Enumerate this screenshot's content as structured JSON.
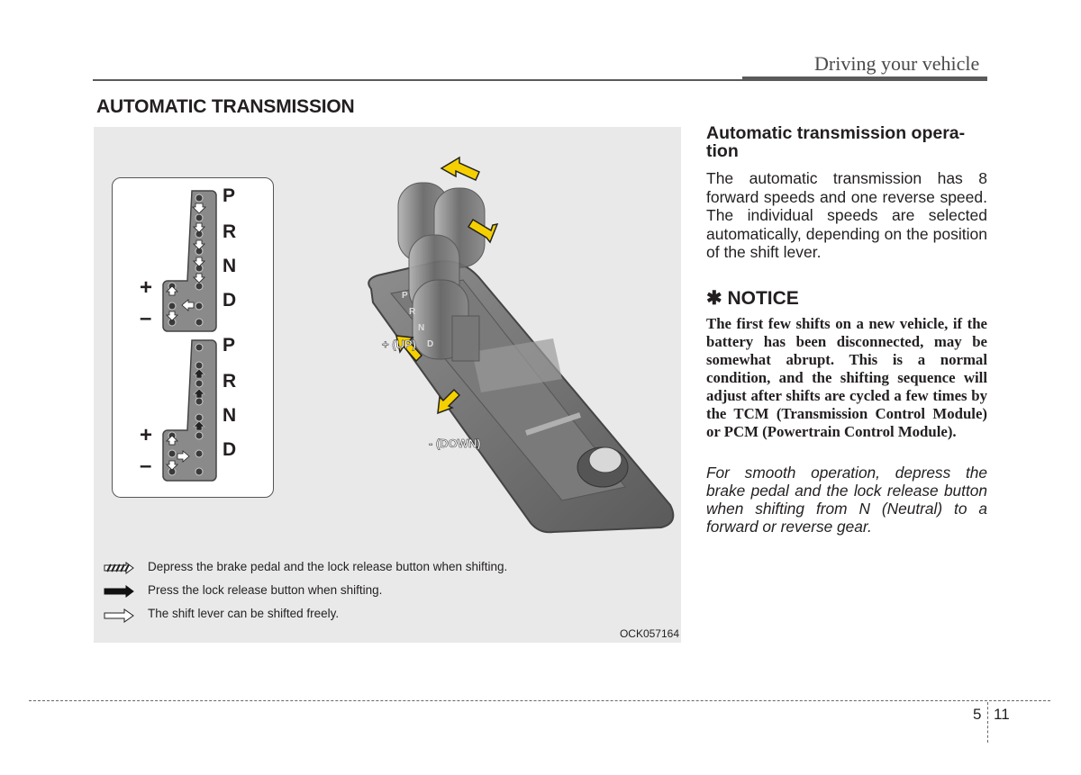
{
  "header": {
    "section_title": "Driving your vehicle"
  },
  "main_title": "AUTOMATIC TRANSMISSION",
  "figure": {
    "code": "OCK057164",
    "shift_pattern_top": [
      "P",
      "R",
      "N",
      "D"
    ],
    "shift_pattern_bottom": [
      "P",
      "R",
      "N",
      "D"
    ],
    "plus_label": "+",
    "minus_label": "–",
    "up_label": "+ (UP)",
    "down_label": "- (DOWN)",
    "gate_letters": [
      "P",
      "R",
      "N",
      "D"
    ],
    "legend": [
      {
        "icon": "hatched-arrow-icon",
        "text": "Depress the brake pedal and the lock release button when shifting."
      },
      {
        "icon": "solid-arrow-icon",
        "text": "Press the lock release button when shifting."
      },
      {
        "icon": "outline-arrow-icon",
        "text": "The shift lever can be shifted freely."
      }
    ],
    "arrow_color": "#f5d000"
  },
  "right_column": {
    "subheading": "Automatic transmission opera-tion",
    "subheading_line1": "Automatic transmission opera-",
    "subheading_line2": "tion",
    "body": "The automatic transmission has 8 forward speeds and one reverse speed. The individual speeds are selected automatically, depending on the position of the shift lever.",
    "notice_symbol": "✱",
    "notice_title": "NOTICE",
    "notice_body": "The first few shifts on a new vehicle, if the battery has been disconnected, may be somewhat abrupt. This is a normal condition, and the shifting sequence will adjust after shifts are cycled a few times by the TCM (Transmission Control Module) or PCM (Powertrain Control Module).",
    "italic_note": "For smooth operation, depress the brake pedal and the lock release button when shifting from N (Neutral) to a forward or reverse gear."
  },
  "footer": {
    "chapter": "5",
    "page": "11"
  }
}
